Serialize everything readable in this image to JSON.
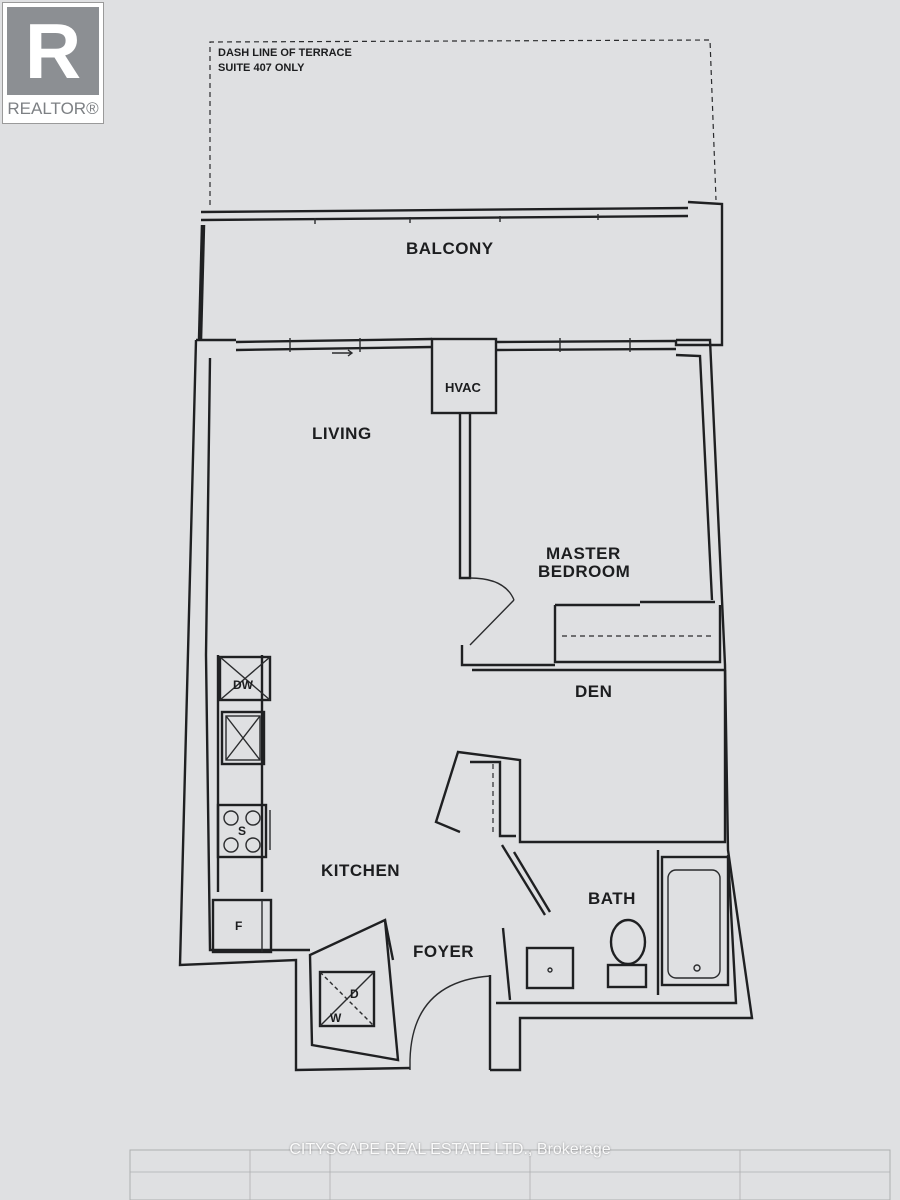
{
  "logo": {
    "mark": "R",
    "text": "REALTOR®"
  },
  "terrace_note": [
    "DASH LINE OF TERRACE",
    "SUITE 407 ONLY"
  ],
  "rooms": {
    "balcony": "BALCONY",
    "hvac": "HVAC",
    "living": "LIVING",
    "master_bedroom": [
      "MASTER",
      "BEDROOM"
    ],
    "den": "DEN",
    "kitchen": "KITCHEN",
    "bath": "BATH",
    "foyer": "FOYER"
  },
  "appliances": {
    "dishwasher": "DW",
    "stove": "S",
    "fridge": "F",
    "dryer": "D",
    "washer": "W"
  },
  "watermark": "CITYSCAPE REAL ESTATE LTD., Brokerage",
  "colors": {
    "paper": "#dfe0e2",
    "ink": "#1f2022"
  }
}
